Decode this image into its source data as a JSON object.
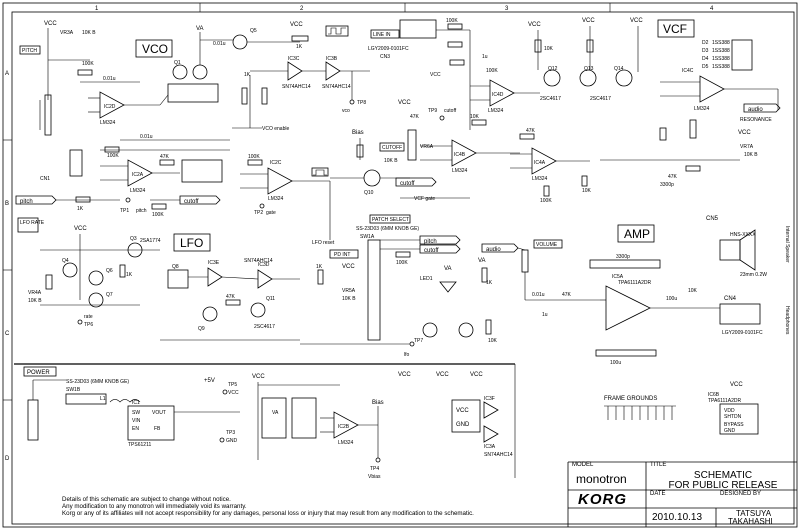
{
  "grid": {
    "columns": [
      "1",
      "2",
      "3",
      "4"
    ],
    "rows": [
      "A",
      "B",
      "C",
      "D"
    ]
  },
  "sections": {
    "vco": "VCO",
    "vcf": "VCF",
    "lfo": "LFO",
    "amp": "AMP",
    "power": "POWER",
    "frame_grounds": "FRAME GROUNDS"
  },
  "labels": {
    "vcc": "VCC",
    "va": "VA",
    "pitch": "PITCH",
    "pitch_arrow": "pitch",
    "cutoff_arrow": "cutoff",
    "cutoff_box": "CUTOFF",
    "vco_enable": "VCO enable",
    "vcf_gate": "VCF gate",
    "vco_label": "vco",
    "lfo_reset": "LFO reset",
    "gate": "gate",
    "bias": "Bias",
    "line_in": "LINE IN",
    "patch_select": "PATCH SELECT",
    "sw1a": "SW1A",
    "sw1b": "SW1B",
    "pitch_cutoff_a": "pitch",
    "pitch_cutoff_b": "cutoff",
    "pd_int": "PD INT",
    "audio": "audio",
    "audio_in": "audio",
    "resonance": "RESONANCE",
    "volume": "VOLUME",
    "internal_speaker": "Internal Speaker",
    "headphones": "Headphones",
    "hns": "HNS-XXXX",
    "speaker_spec": "23mm 0.2W",
    "cn5": "CN5",
    "cn4": "CN4",
    "cn3": "CN3",
    "cn1": "CN1",
    "lfo_rate": "LFO RATE",
    "rate": "rate",
    "lfo": "lfo",
    "vbias": "Vbias",
    "plus5v": "+5V",
    "gnd": "GND",
    "tp1": "TP1",
    "tp2": "TP2",
    "tp3": "TP3",
    "tp4": "TP4",
    "tp5": "TP5",
    "tp6": "TP6",
    "tp7": "TP7",
    "tp8": "TP8",
    "tp9": "TP9",
    "cutoff_tp": "cutoff",
    "led1": "LED1",
    "ic1": "IC1",
    "ic2b": "IC2B",
    "ic3f": "IC3F",
    "ic3a": "IC3A",
    "ic5a": "IC5A",
    "ic5b": "IC5B",
    "ic4c": "IC4C",
    "ic4b": "IC4B",
    "ic4a": "IC4A",
    "ic4d": "IC4D",
    "ic2a": "IC2A",
    "ic2c": "IC2C",
    "ic2d": "IC2D",
    "ic3b": "IC3B",
    "ic3c": "IC3C",
    "ic3d": "IC3D",
    "ic3e": "IC3E",
    "ic6b": "IC6B",
    "q1": "Q1",
    "q2": "Q2",
    "q3": "Q3",
    "q4": "Q4",
    "q5": "Q5",
    "q6": "Q6",
    "q7": "Q7",
    "q8": "Q8",
    "q9": "Q9",
    "q10": "Q10",
    "q11": "Q11",
    "q12": "Q12",
    "q13": "Q13",
    "q14": "Q14",
    "vr1a": "VR1A",
    "vr2a": "VR2A",
    "vr3a": "VR3A",
    "vr4a": "VR4A",
    "vr5a": "VR5A",
    "vr6a": "VR6A",
    "vr7a": "VR7A",
    "vr_10kb": "10K B",
    "r100k": "100K",
    "r10k": "10K",
    "r1k": "1K",
    "r47k": "47K",
    "c01u": "0.01u",
    "c1u": "1u",
    "c10u": "10u",
    "c100u": "100u",
    "c3300p": "3300p",
    "lm324": "LM324",
    "sn74ahc14": "SN74AHC14",
    "tpa": "TPA6111A2DR",
    "tps": "TPS61211",
    "c2sc4617": "2SC4617",
    "c2sa1774": "2SA1774",
    "ss23d03": "SS-23D03 (6MM KNOB GE)",
    "d1": "D1",
    "d2": "D2",
    "d3": "D3",
    "d4": "D4",
    "d5": "D5",
    "diode": "1SS388",
    "vdd": "VDD",
    "shtdn": "SHTDN",
    "bypass": "BYPASS",
    "sw": "SW",
    "vin": "VIN",
    "vout": "VOUT",
    "en": "EN",
    "fb": "FB",
    "l1": "L1",
    "lgy": "LGY2009-0101FC"
  },
  "notes": [
    "Details of this schematic are subject to change without notice.",
    "Any modification to any monotron will immediately void its warranty.",
    "Korg or any of its affiliates will not accept responsibility for any damages, personal loss or injury that may result from any modification to the schematic."
  ],
  "titleblock": {
    "model_label": "MODEL",
    "model": "monotron",
    "title_label": "TITLE",
    "title_line1": "SCHEMATIC",
    "title_line2": "FOR PUBLIC RELEASE",
    "brand": "KORG",
    "date_label": "DATE",
    "date": "2010.10.13",
    "designed_label": "DESIGNED BY",
    "designer_line1": "TATSUYA",
    "designer_line2": "TAKAHASHI"
  }
}
